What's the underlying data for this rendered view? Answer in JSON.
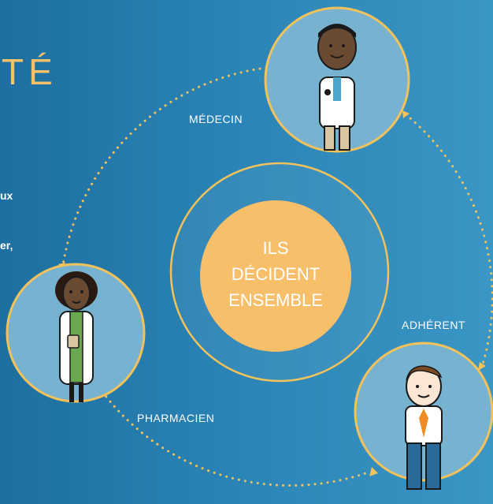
{
  "left_text": {
    "heading_fragment": "TÉ",
    "line_fragment_1": "ux",
    "line_fragment_2": "er,"
  },
  "diagram": {
    "center_lines": [
      "ILS",
      "DÉCIDENT",
      "ENSEMBLE"
    ],
    "roles": {
      "doctor": "MÉDECIN",
      "pharmacist": "PHARMACIEN",
      "member": "ADHÉRENT"
    }
  },
  "colors": {
    "background": "#2a83b5",
    "accent_orange": "#f6c16a",
    "circle_fill": "#7eb6d3",
    "dotted_line": "#f3c25a"
  },
  "icons": [
    "doctor-character-icon",
    "pharmacist-character-icon",
    "member-character-icon"
  ]
}
